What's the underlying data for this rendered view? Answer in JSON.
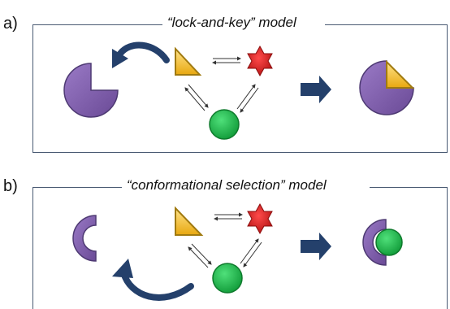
{
  "panels": [
    {
      "label": "a)",
      "title": "“lock-and-key” model"
    },
    {
      "label": "b)",
      "title": "“conformational selection” model"
    }
  ],
  "colors": {
    "protein": "#7b5aa6",
    "protein_edge": "#4e3a73",
    "triangle": "#f2c12e",
    "triangle_edge": "#a07a10",
    "star": "#d42020",
    "circle": "#1fb84a",
    "circle_edge": "#0e7a2c",
    "arrow": "#24406b",
    "frame": "#4a5a73"
  }
}
